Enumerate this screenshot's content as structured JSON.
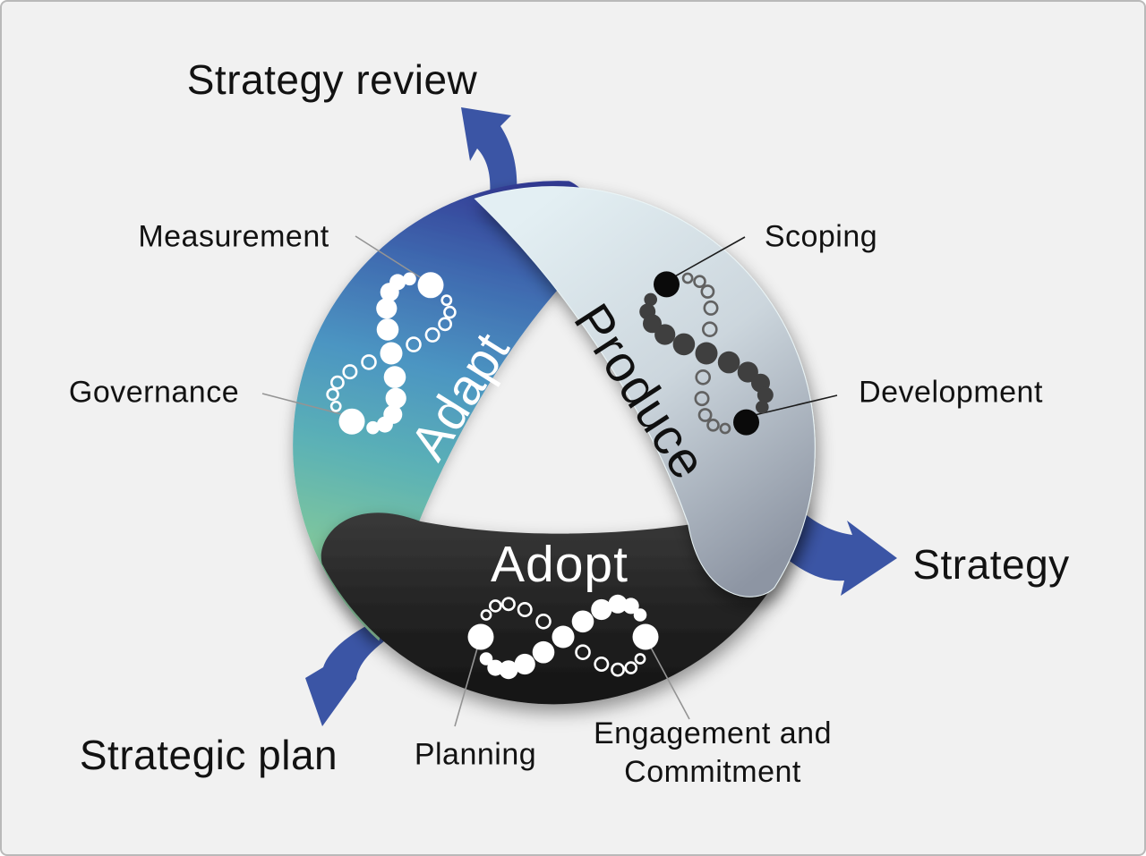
{
  "figure": {
    "type": "cycle-diagram",
    "description": "Continuous three-phase cycle with Adapt, Produce and Adopt bands, infinity-loop dot motifs and three outcome arrows"
  },
  "labels": {
    "strategy_review": "Strategy review",
    "strategy": "Strategy",
    "strategic_plan": "Strategic plan",
    "measurement": "Measurement",
    "governance": "Governance",
    "scoping": "Scoping",
    "development": "Development",
    "planning": "Planning",
    "engagement_line1": "Engagement and",
    "engagement_line2": "Commitment",
    "band_adapt": "Adapt",
    "band_produce": "Produce",
    "band_adopt": "Adopt"
  },
  "phases": [
    {
      "name": "Adapt",
      "milestones": [
        "Measurement",
        "Governance"
      ],
      "output": "Strategy review"
    },
    {
      "name": "Produce",
      "milestones": [
        "Scoping",
        "Development"
      ],
      "output": "Strategy"
    },
    {
      "name": "Adopt",
      "milestones": [
        "Planning",
        "Engagement and Commitment"
      ],
      "output": "Strategic plan"
    }
  ],
  "icons": [
    {
      "name": "infinity-loop-icon",
      "bands": [
        "Adapt",
        "Produce",
        "Adopt"
      ]
    },
    {
      "name": "curved-arrow-icon",
      "count": 3
    }
  ],
  "colors": {
    "background": "#f1f1f1",
    "border": "#b9b9b9",
    "text": "#121212",
    "arrow": "#3b55a5",
    "adapt_gradient": [
      "#333b95",
      "#3f6ab0",
      "#4c95c2",
      "#5bb1b6",
      "#7ec69d",
      "#9fd6ae"
    ],
    "produce_gradient": [
      "#e3eff3",
      "#ccd6dd",
      "#8d95a3"
    ],
    "adopt_gradient": [
      "#3a3a3a",
      "#222222",
      "#121212"
    ],
    "leader_gray": "#949494",
    "leader_dark": "#1c1c1c",
    "dot_white": "#ffffff",
    "dot_black": "#0a0a0a",
    "produce_dot_fill": "#3f3f3f",
    "produce_dot_ring": "#616161"
  }
}
